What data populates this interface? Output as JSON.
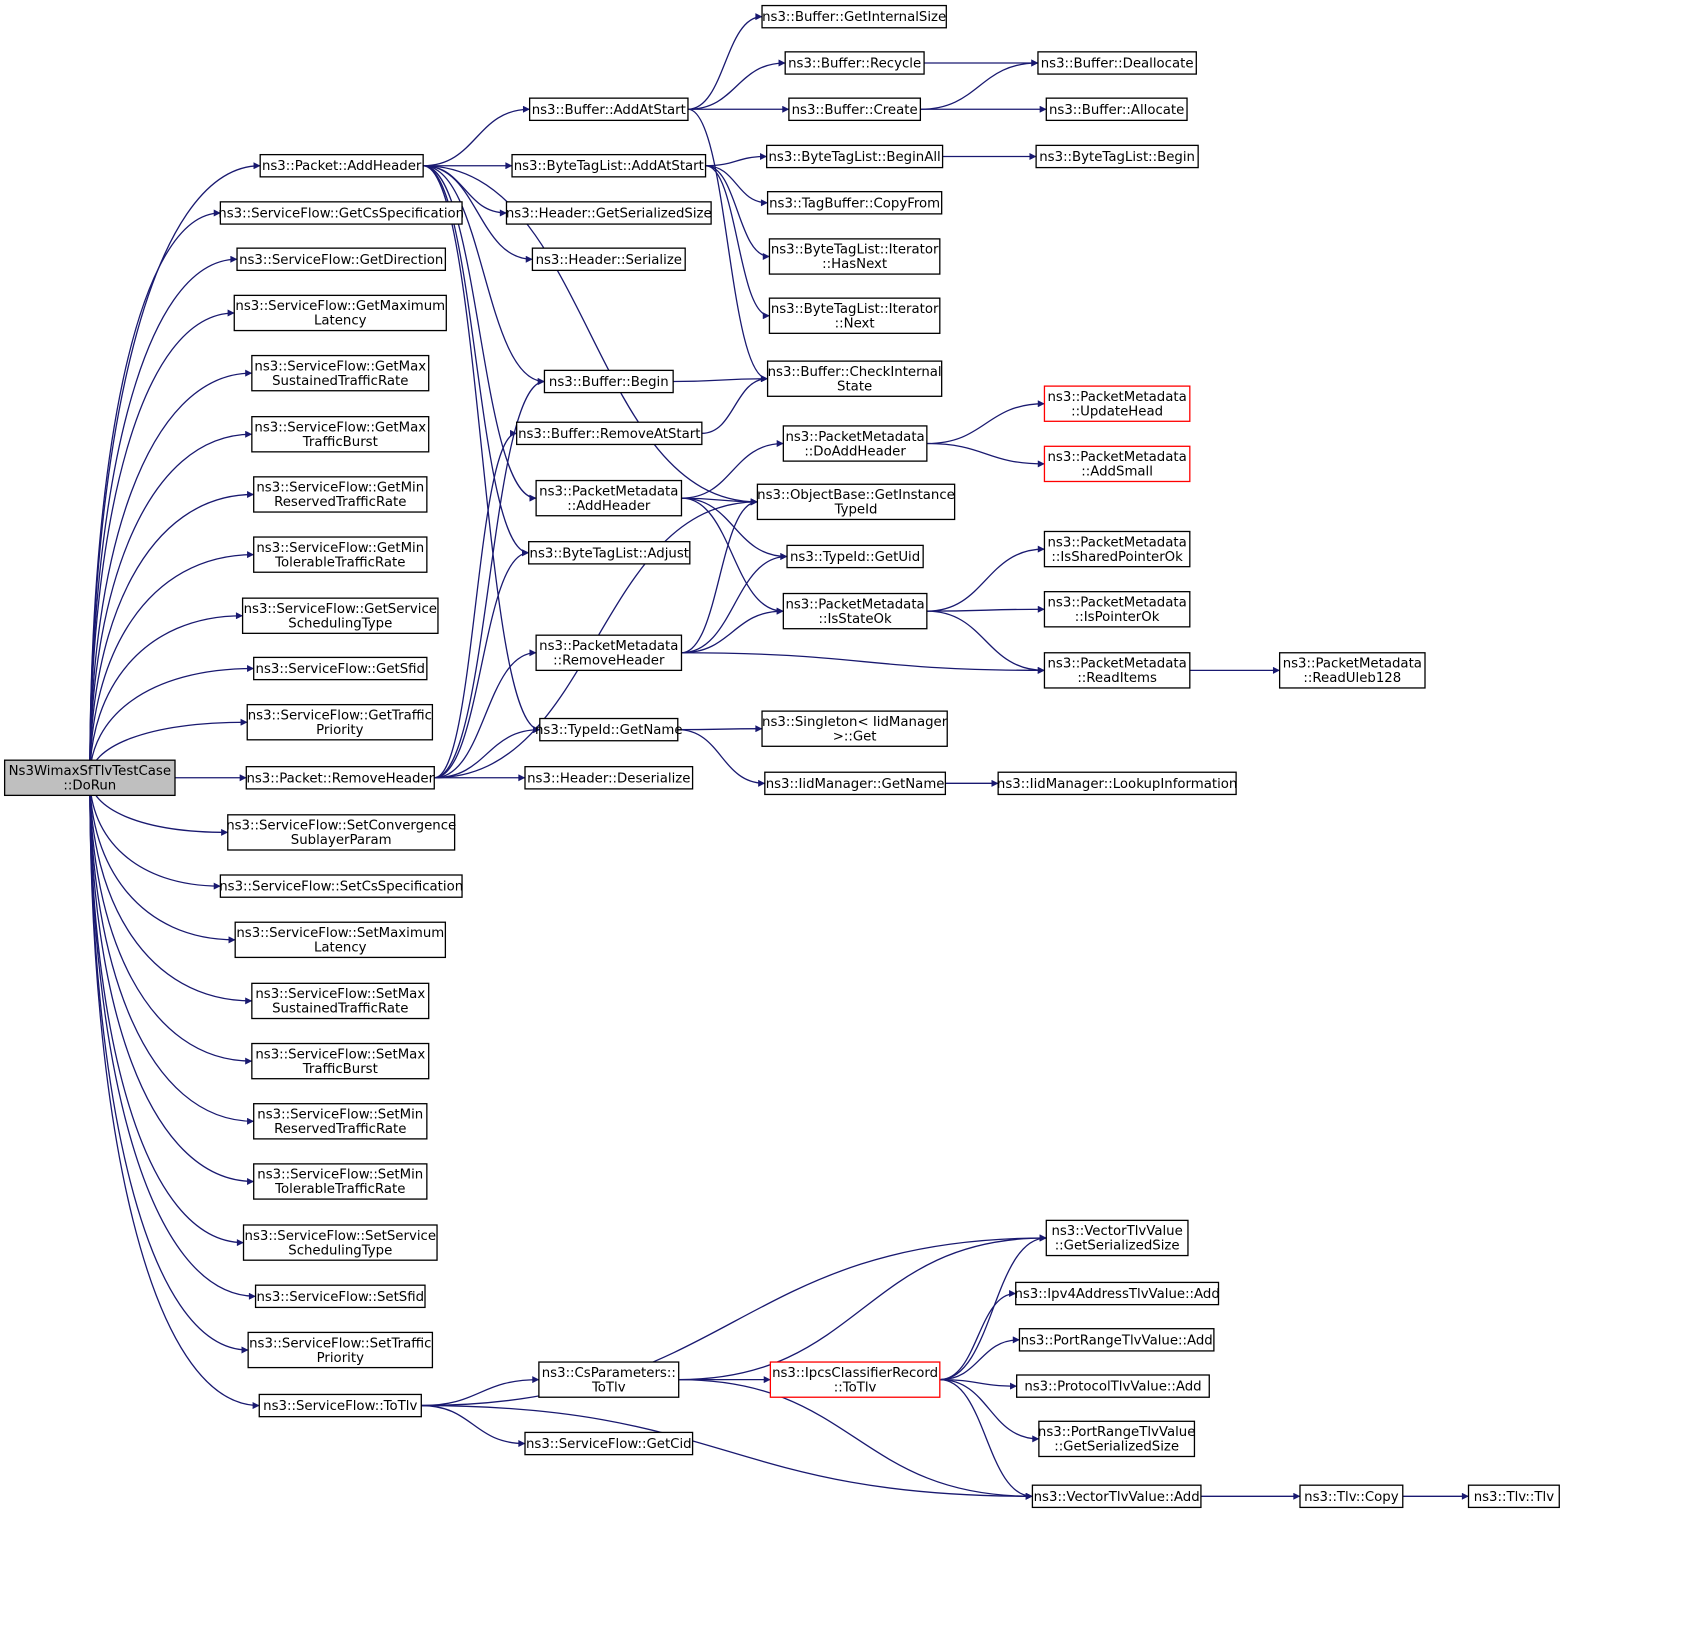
{
  "diagram": {
    "type": "call-graph",
    "edge_color": "#191970",
    "nodes": {
      "root": {
        "lines": [
          "Ns3WimaxSfTlvTestCase",
          "::DoRun"
        ]
      },
      "pkt_add": {
        "lines": [
          "ns3::Packet::AddHeader"
        ]
      },
      "sf_getcs": {
        "lines": [
          "ns3::ServiceFlow::GetCsSpecification"
        ]
      },
      "sf_getdir": {
        "lines": [
          "ns3::ServiceFlow::GetDirection"
        ]
      },
      "sf_getmaxlat": {
        "lines": [
          "ns3::ServiceFlow::GetMaximum",
          "Latency"
        ]
      },
      "sf_getmaxsus": {
        "lines": [
          "ns3::ServiceFlow::GetMax",
          "SustainedTrafficRate"
        ]
      },
      "sf_getmaxburst": {
        "lines": [
          "ns3::ServiceFlow::GetMax",
          "TrafficBurst"
        ]
      },
      "sf_getminres": {
        "lines": [
          "ns3::ServiceFlow::GetMin",
          "ReservedTrafficRate"
        ]
      },
      "sf_getmintol": {
        "lines": [
          "ns3::ServiceFlow::GetMin",
          "TolerableTrafficRate"
        ]
      },
      "sf_getsched": {
        "lines": [
          "ns3::ServiceFlow::GetService",
          "SchedulingType"
        ]
      },
      "sf_getsfid": {
        "lines": [
          "ns3::ServiceFlow::GetSfid"
        ]
      },
      "sf_getprio": {
        "lines": [
          "ns3::ServiceFlow::GetTraffic",
          "Priority"
        ]
      },
      "pkt_remove": {
        "lines": [
          "ns3::Packet::RemoveHeader"
        ]
      },
      "sf_setconv": {
        "lines": [
          "ns3::ServiceFlow::SetConvergence",
          "SublayerParam"
        ]
      },
      "sf_setcs": {
        "lines": [
          "ns3::ServiceFlow::SetCsSpecification"
        ]
      },
      "sf_setmaxlat": {
        "lines": [
          "ns3::ServiceFlow::SetMaximum",
          "Latency"
        ]
      },
      "sf_setmaxsus": {
        "lines": [
          "ns3::ServiceFlow::SetMax",
          "SustainedTrafficRate"
        ]
      },
      "sf_setmaxburst": {
        "lines": [
          "ns3::ServiceFlow::SetMax",
          "TrafficBurst"
        ]
      },
      "sf_setminres": {
        "lines": [
          "ns3::ServiceFlow::SetMin",
          "ReservedTrafficRate"
        ]
      },
      "sf_setmintol": {
        "lines": [
          "ns3::ServiceFlow::SetMin",
          "TolerableTrafficRate"
        ]
      },
      "sf_setsched": {
        "lines": [
          "ns3::ServiceFlow::SetService",
          "SchedulingType"
        ]
      },
      "sf_setsfid": {
        "lines": [
          "ns3::ServiceFlow::SetSfid"
        ]
      },
      "sf_setprio": {
        "lines": [
          "ns3::ServiceFlow::SetTraffic",
          "Priority"
        ]
      },
      "sf_totlv": {
        "lines": [
          "ns3::ServiceFlow::ToTlv"
        ]
      },
      "buf_addatstart": {
        "lines": [
          "ns3::Buffer::AddAtStart"
        ]
      },
      "btl_addatstart": {
        "lines": [
          "ns3::ByteTagList::AddAtStart"
        ]
      },
      "hdr_getser": {
        "lines": [
          "ns3::Header::GetSerializedSize"
        ]
      },
      "hdr_ser": {
        "lines": [
          "ns3::Header::Serialize"
        ]
      },
      "buf_begin": {
        "lines": [
          "ns3::Buffer::Begin"
        ]
      },
      "buf_removeatstart": {
        "lines": [
          "ns3::Buffer::RemoveAtStart"
        ]
      },
      "pm_addheader": {
        "lines": [
          "ns3::PacketMetadata",
          "::AddHeader"
        ]
      },
      "btl_adjust": {
        "lines": [
          "ns3::ByteTagList::Adjust"
        ]
      },
      "pm_removeheader": {
        "lines": [
          "ns3::PacketMetadata",
          "::RemoveHeader"
        ]
      },
      "typeid_getname": {
        "lines": [
          "ns3::TypeId::GetName"
        ]
      },
      "hdr_deser": {
        "lines": [
          "ns3::Header::Deserialize"
        ]
      },
      "csp_totlv": {
        "lines": [
          "ns3::CsParameters::",
          "ToTlv"
        ]
      },
      "sf_getcid": {
        "lines": [
          "ns3::ServiceFlow::GetCid"
        ]
      },
      "buf_getinternal": {
        "lines": [
          "ns3::Buffer::GetInternalSize"
        ]
      },
      "buf_recycle": {
        "lines": [
          "ns3::Buffer::Recycle"
        ]
      },
      "buf_create": {
        "lines": [
          "ns3::Buffer::Create"
        ]
      },
      "btl_beginall": {
        "lines": [
          "ns3::ByteTagList::BeginAll"
        ]
      },
      "tagbuf_copyfrom": {
        "lines": [
          "ns3::TagBuffer::CopyFrom"
        ]
      },
      "btl_it_hasnext": {
        "lines": [
          "ns3::ByteTagList::Iterator",
          "::HasNext"
        ]
      },
      "btl_it_next": {
        "lines": [
          "ns3::ByteTagList::Iterator",
          "::Next"
        ]
      },
      "buf_checkinternal": {
        "lines": [
          "ns3::Buffer::CheckInternal",
          "State"
        ]
      },
      "pm_doaddheader": {
        "lines": [
          "ns3::PacketMetadata",
          "::DoAddHeader"
        ]
      },
      "ob_getinst": {
        "lines": [
          "ns3::ObjectBase::GetInstance",
          "TypeId"
        ]
      },
      "typeid_getuid": {
        "lines": [
          "ns3::TypeId::GetUid"
        ]
      },
      "pm_isstateok": {
        "lines": [
          "ns3::PacketMetadata",
          "::IsStateOk"
        ]
      },
      "singleton_get": {
        "lines": [
          "ns3::Singleton< IidManager",
          ">::Get"
        ]
      },
      "iid_getname": {
        "lines": [
          "ns3::IidManager::GetName"
        ]
      },
      "ipcs_totlv": {
        "lines": [
          "ns3::IpcsClassifierRecord",
          "::ToTlv"
        ]
      },
      "buf_dealloc": {
        "lines": [
          "ns3::Buffer::Deallocate"
        ]
      },
      "buf_alloc": {
        "lines": [
          "ns3::Buffer::Allocate"
        ]
      },
      "btl_begin": {
        "lines": [
          "ns3::ByteTagList::Begin"
        ]
      },
      "pm_updatehead": {
        "lines": [
          "ns3::PacketMetadata",
          "::UpdateHead"
        ]
      },
      "pm_addsmall": {
        "lines": [
          "ns3::PacketMetadata",
          "::AddSmall"
        ]
      },
      "pm_issharedok": {
        "lines": [
          "ns3::PacketMetadata",
          "::IsSharedPointerOk"
        ]
      },
      "pm_ispointerok": {
        "lines": [
          "ns3::PacketMetadata",
          "::IsPointerOk"
        ]
      },
      "pm_readitems": {
        "lines": [
          "ns3::PacketMetadata",
          "::ReadItems"
        ]
      },
      "pm_readuleb": {
        "lines": [
          "ns3::PacketMetadata",
          "::ReadUleb128"
        ]
      },
      "iid_lookup": {
        "lines": [
          "ns3::IidManager::LookupInformation"
        ]
      },
      "vtlv_getser": {
        "lines": [
          "ns3::VectorTlvValue",
          "::GetSerializedSize"
        ]
      },
      "ipv4tlv_add": {
        "lines": [
          "ns3::Ipv4AddressTlvValue::Add"
        ]
      },
      "prtlv_add": {
        "lines": [
          "ns3::PortRangeTlvValue::Add"
        ]
      },
      "prottlv_add": {
        "lines": [
          "ns3::ProtocolTlvValue::Add"
        ]
      },
      "prtlv_getser": {
        "lines": [
          "ns3::PortRangeTlvValue",
          "::GetSerializedSize"
        ]
      },
      "vtlv_add": {
        "lines": [
          "ns3::VectorTlvValue::Add"
        ]
      },
      "tlv_copy": {
        "lines": [
          "ns3::Tlv::Copy"
        ]
      },
      "tlv_tlv": {
        "lines": [
          "ns3::Tlv::Tlv"
        ]
      }
    },
    "edges": [
      [
        "root",
        "pkt_add"
      ],
      [
        "root",
        "sf_getcs"
      ],
      [
        "root",
        "sf_getdir"
      ],
      [
        "root",
        "sf_getmaxlat"
      ],
      [
        "root",
        "sf_getmaxsus"
      ],
      [
        "root",
        "sf_getmaxburst"
      ],
      [
        "root",
        "sf_getminres"
      ],
      [
        "root",
        "sf_getmintol"
      ],
      [
        "root",
        "sf_getsched"
      ],
      [
        "root",
        "sf_getsfid"
      ],
      [
        "root",
        "sf_getprio"
      ],
      [
        "root",
        "pkt_remove"
      ],
      [
        "root",
        "sf_setconv"
      ],
      [
        "root",
        "sf_setcs"
      ],
      [
        "root",
        "sf_setmaxlat"
      ],
      [
        "root",
        "sf_setmaxsus"
      ],
      [
        "root",
        "sf_setmaxburst"
      ],
      [
        "root",
        "sf_setminres"
      ],
      [
        "root",
        "sf_setmintol"
      ],
      [
        "root",
        "sf_setsched"
      ],
      [
        "root",
        "sf_setsfid"
      ],
      [
        "root",
        "sf_setprio"
      ],
      [
        "root",
        "sf_totlv"
      ],
      [
        "pkt_add",
        "buf_addatstart"
      ],
      [
        "pkt_add",
        "btl_addatstart"
      ],
      [
        "pkt_add",
        "hdr_getser"
      ],
      [
        "pkt_add",
        "hdr_ser"
      ],
      [
        "pkt_add",
        "buf_begin"
      ],
      [
        "pkt_add",
        "pm_addheader"
      ],
      [
        "pkt_add",
        "btl_adjust"
      ],
      [
        "pkt_add",
        "typeid_getname"
      ],
      [
        "pkt_add",
        "ob_getinst"
      ],
      [
        "buf_addatstart",
        "buf_getinternal"
      ],
      [
        "buf_addatstart",
        "buf_recycle"
      ],
      [
        "buf_addatstart",
        "buf_create"
      ],
      [
        "buf_addatstart",
        "buf_checkinternal"
      ],
      [
        "buf_recycle",
        "buf_dealloc"
      ],
      [
        "buf_create",
        "buf_dealloc"
      ],
      [
        "buf_create",
        "buf_alloc"
      ],
      [
        "btl_addatstart",
        "btl_beginall"
      ],
      [
        "btl_addatstart",
        "tagbuf_copyfrom"
      ],
      [
        "btl_addatstart",
        "btl_it_hasnext"
      ],
      [
        "btl_addatstart",
        "btl_it_next"
      ],
      [
        "btl_beginall",
        "btl_begin"
      ],
      [
        "buf_begin",
        "buf_checkinternal"
      ],
      [
        "buf_removeatstart",
        "buf_checkinternal"
      ],
      [
        "pm_addheader",
        "pm_doaddheader"
      ],
      [
        "pm_addheader",
        "ob_getinst"
      ],
      [
        "pm_addheader",
        "typeid_getuid"
      ],
      [
        "pm_addheader",
        "pm_isstateok"
      ],
      [
        "pm_doaddheader",
        "pm_updatehead"
      ],
      [
        "pm_doaddheader",
        "pm_addsmall"
      ],
      [
        "pm_isstateok",
        "pm_issharedok"
      ],
      [
        "pm_isstateok",
        "pm_ispointerok"
      ],
      [
        "pm_isstateok",
        "pm_readitems"
      ],
      [
        "pm_readitems",
        "pm_readuleb"
      ],
      [
        "pm_removeheader",
        "ob_getinst"
      ],
      [
        "pm_removeheader",
        "typeid_getuid"
      ],
      [
        "pm_removeheader",
        "pm_isstateok"
      ],
      [
        "pm_removeheader",
        "pm_readitems"
      ],
      [
        "pkt_remove",
        "buf_begin"
      ],
      [
        "pkt_remove",
        "buf_removeatstart"
      ],
      [
        "pkt_remove",
        "btl_adjust"
      ],
      [
        "pkt_remove",
        "pm_removeheader"
      ],
      [
        "pkt_remove",
        "typeid_getname"
      ],
      [
        "pkt_remove",
        "hdr_deser"
      ],
      [
        "pkt_remove",
        "ob_getinst"
      ],
      [
        "typeid_getname",
        "singleton_get"
      ],
      [
        "typeid_getname",
        "iid_getname"
      ],
      [
        "iid_getname",
        "iid_lookup"
      ],
      [
        "sf_totlv",
        "csp_totlv"
      ],
      [
        "sf_totlv",
        "sf_getcid"
      ],
      [
        "sf_totlv",
        "vtlv_getser"
      ],
      [
        "sf_totlv",
        "vtlv_add"
      ],
      [
        "csp_totlv",
        "ipcs_totlv"
      ],
      [
        "csp_totlv",
        "vtlv_getser"
      ],
      [
        "csp_totlv",
        "vtlv_add"
      ],
      [
        "ipcs_totlv",
        "vtlv_getser"
      ],
      [
        "ipcs_totlv",
        "ipv4tlv_add"
      ],
      [
        "ipcs_totlv",
        "prtlv_add"
      ],
      [
        "ipcs_totlv",
        "prottlv_add"
      ],
      [
        "ipcs_totlv",
        "prtlv_getser"
      ],
      [
        "ipcs_totlv",
        "vtlv_add"
      ],
      [
        "vtlv_add",
        "tlv_copy"
      ],
      [
        "tlv_copy",
        "tlv_tlv"
      ]
    ]
  }
}
